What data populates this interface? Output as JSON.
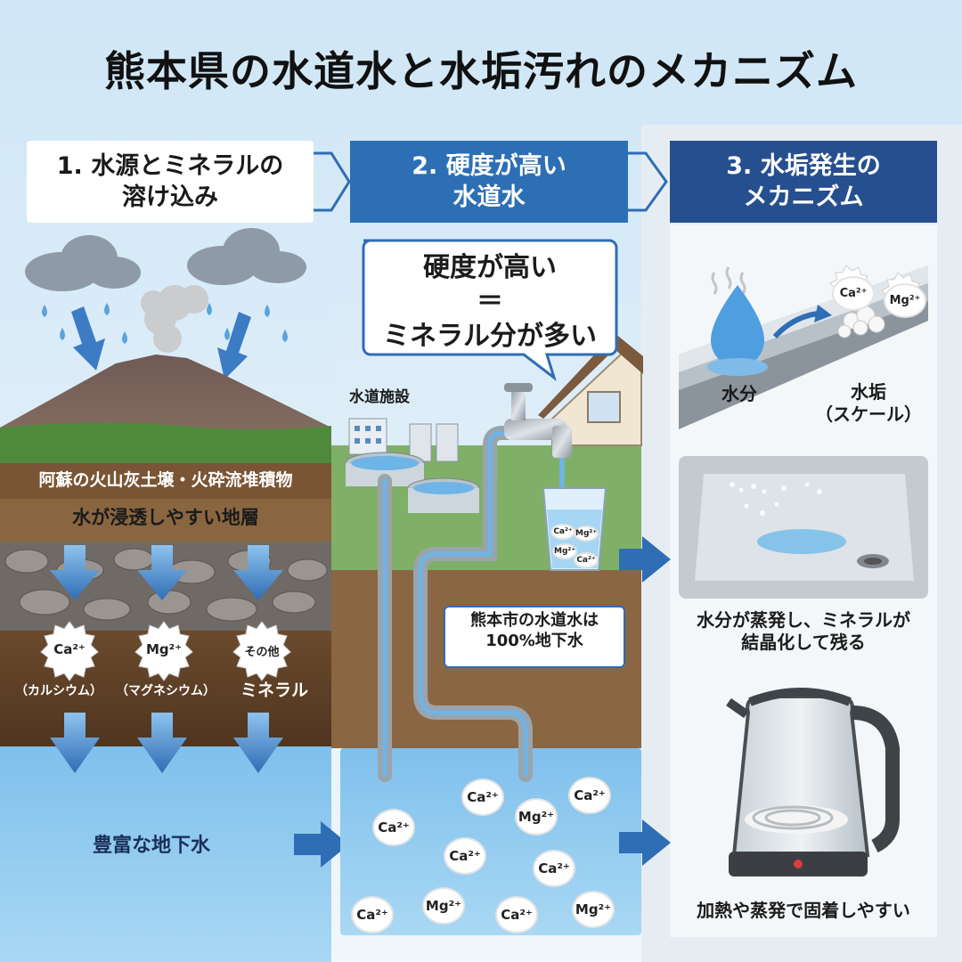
{
  "title": "熊本県の水道水と水垢汚れのメカニズム",
  "steps": [
    {
      "label": "1. 水源とミネラルの\n溶け込み"
    },
    {
      "label": "2. 硬度が高い\n水道水"
    },
    {
      "label": "3. 水垢発生の\nメカニズム"
    }
  ],
  "panel1": {
    "soil_label": "阿蘇の火山灰土壌・火砕流堆積物",
    "layer_label": "水が浸透しやすい地層",
    "ions": [
      {
        "symbol": "Ca²⁺",
        "caption": "（カルシウム）"
      },
      {
        "symbol": "Mg²⁺",
        "caption": "（マグネシウム）"
      },
      {
        "symbol": "その他",
        "caption": "ミネラル"
      }
    ],
    "groundwater_label": "豊富な地下水"
  },
  "panel2": {
    "bubble": "硬度が高い\n＝\nミネラル分が多い",
    "facility_label": "水道施設",
    "glass_ions": [
      "Ca²⁺",
      "Mg²⁺",
      "Mg²⁺",
      "Ca²⁺"
    ],
    "source_note": "熊本市の水道水は\n100%地下水",
    "water_ions": [
      "Ca²⁺",
      "Ca²⁺",
      "Mg²⁺",
      "Ca²⁺",
      "Ca²⁺",
      "Ca²⁺",
      "Ca²⁺",
      "Mg²⁺",
      "Ca²⁺",
      "Mg²⁺"
    ]
  },
  "panel3": {
    "drop_label": "水分",
    "scale_label": "水垢\n（スケール）",
    "scale_ions": [
      "Ca²⁺",
      "Mg²⁺"
    ],
    "sink_caption": "水分が蒸発し、ミネラルが\n結晶化して残る",
    "kettle_caption": "加熱や蒸発で固着しやすい"
  },
  "colors": {
    "step1_bg": "#ffffff",
    "step2_bg": "#2d6fb4",
    "step3_bg": "#264f8f",
    "arrow_blue": "#2f6db5",
    "groundwater": "#8cc8ef"
  }
}
